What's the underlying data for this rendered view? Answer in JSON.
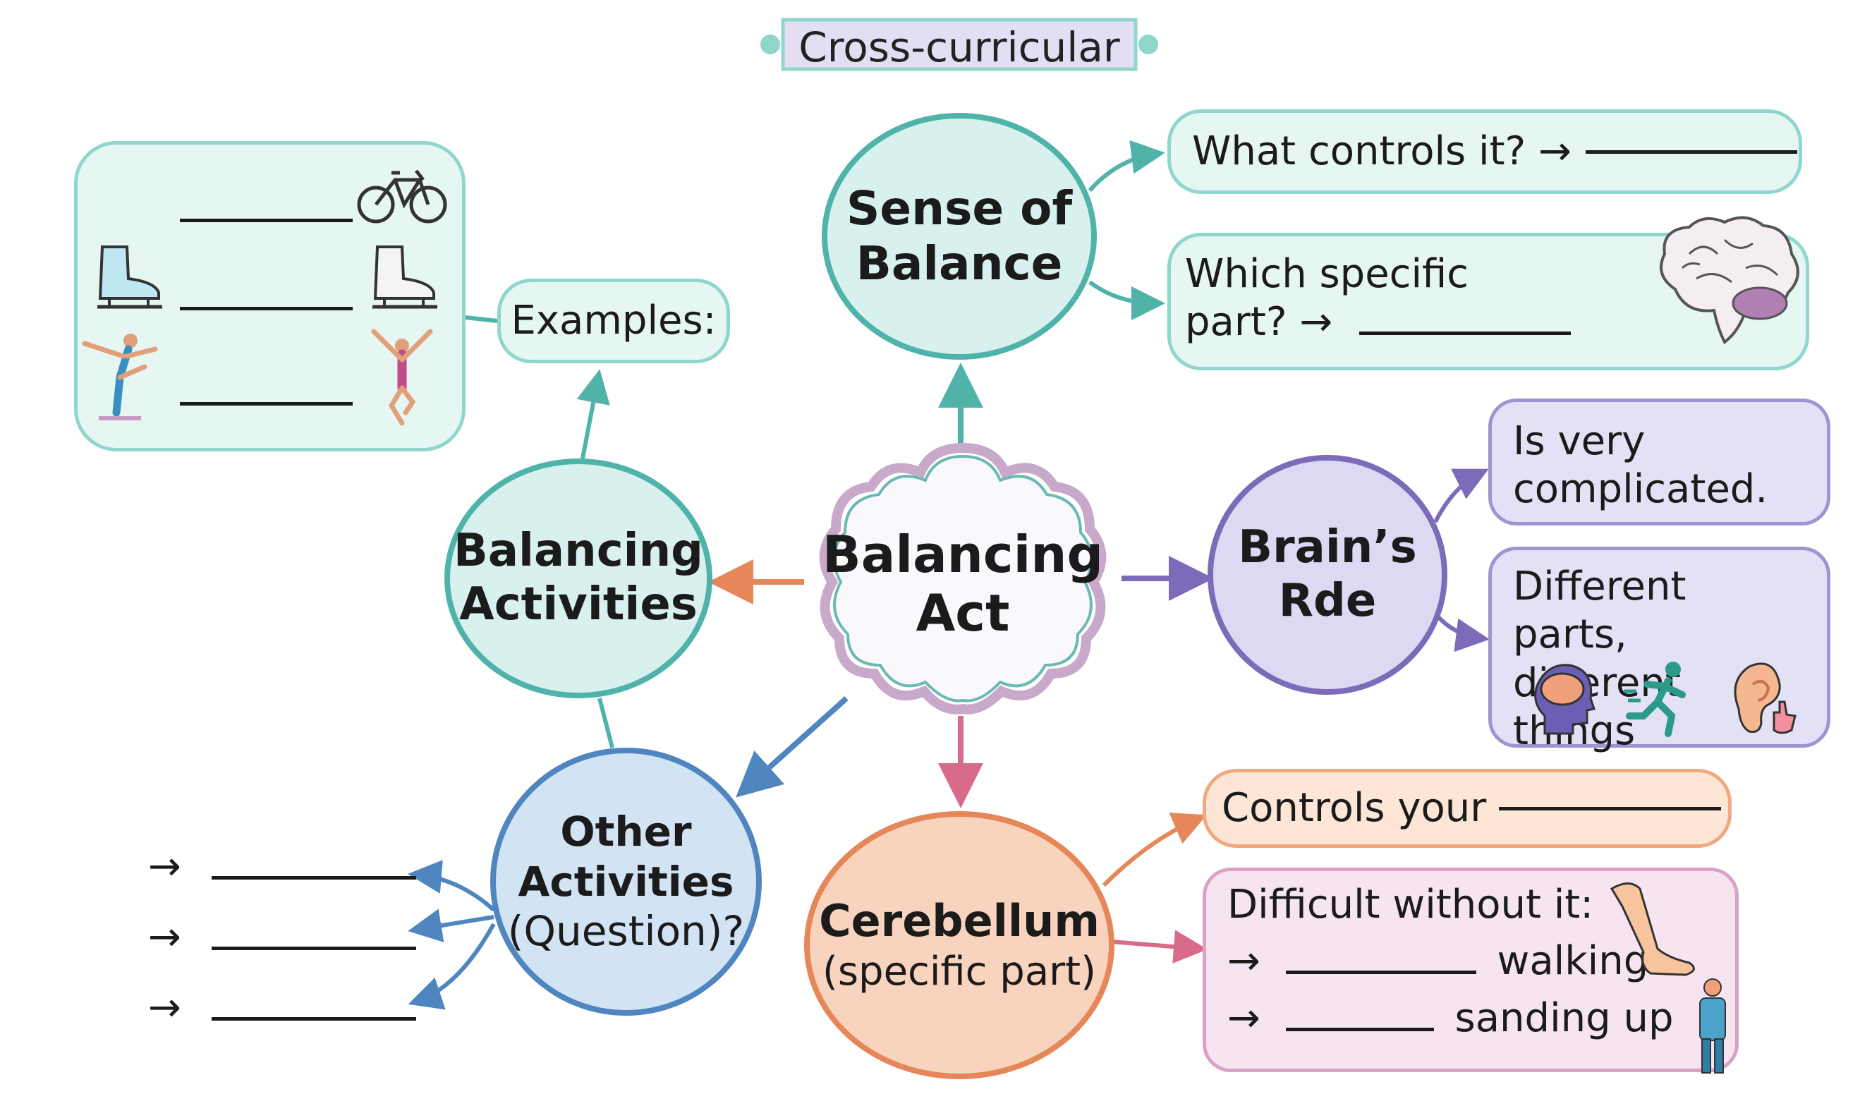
{
  "title": "Cross-curricular",
  "center": {
    "line1": "Balancing",
    "line2": "Act"
  },
  "sense": {
    "line1": "Sense of",
    "line2": "Balance",
    "q1": "What controls it? →",
    "q2_line1": "Which specific",
    "q2_line2": "part? →"
  },
  "balancing_activities": {
    "line1": "Balancing",
    "line2": "Activities",
    "examples_label": "Examples:"
  },
  "brains_role": {
    "line1": "Brain’s",
    "line2": "Rde",
    "box1_line1": "Is very",
    "box1_line2": "complicated.",
    "box2_line1": "Different parts,",
    "box2_line2": "different things"
  },
  "other": {
    "line1": "Other",
    "line2": "Activities",
    "line3": "(Question)?",
    "arrow": "→"
  },
  "cerebellum": {
    "line1": "Cerebellum",
    "line2": "(specific part)",
    "controls": "Controls your",
    "difficult_title": "Difficult without it:",
    "arrow": "→",
    "item1": "walking",
    "item2": "sanding up"
  },
  "icons": {
    "bicycle": "bicycle-icon",
    "skate": "ice-skate-icon",
    "gymnast": "gymnast-icon",
    "brain": "brain-icon",
    "head_brain": "head-brain-icon",
    "runner": "runner-icon",
    "ear": "ear-icon",
    "leg": "leg-icon",
    "person": "person-icon"
  },
  "colors": {
    "teal": "#4fb3aa",
    "teal_fill": "#d8f1ee",
    "purple": "#7b6bb8",
    "purple_fill": "#dcdaf3",
    "blue": "#4f86c0",
    "blue_fill": "#d2e4f4",
    "orange": "#e6875a",
    "orange_fill": "#f8d3bd",
    "pink": "#d96b8a",
    "pink_fill": "#f3dcec"
  }
}
